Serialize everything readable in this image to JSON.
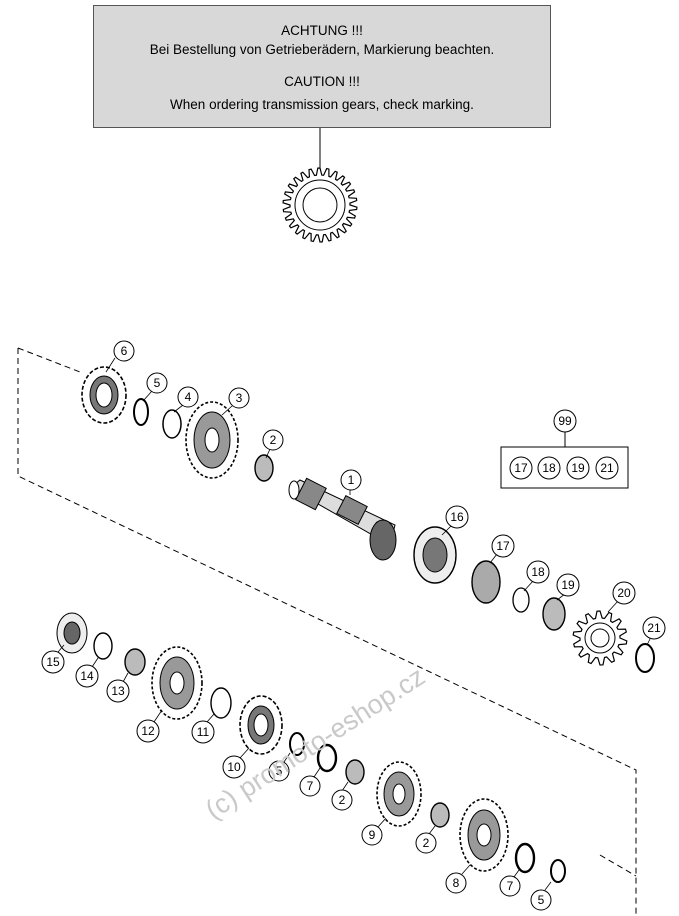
{
  "notice": {
    "de_heading": "ACHTUNG !!!",
    "de_text": "Bei Bestellung von Getrieberädern, Markierung beachten.",
    "en_heading": "CAUTION !!!",
    "en_text": "When ordering transmission gears, check marking."
  },
  "callouts": {
    "main_shaft": [
      "6",
      "5",
      "4",
      "3",
      "2",
      "1",
      "16",
      "17",
      "18",
      "19",
      "20",
      "21"
    ],
    "kit": "99",
    "kit_items": [
      "17",
      "18",
      "19",
      "21"
    ],
    "counter_shaft": [
      "15",
      "14",
      "13",
      "12",
      "11",
      "10",
      "5",
      "7",
      "2",
      "9",
      "2",
      "8",
      "7",
      "5"
    ]
  },
  "watermark": "(c) promoto-eshop.cz",
  "colors": {
    "notice_bg": "#d8d8d8",
    "watermark": "#c9c9c9"
  }
}
